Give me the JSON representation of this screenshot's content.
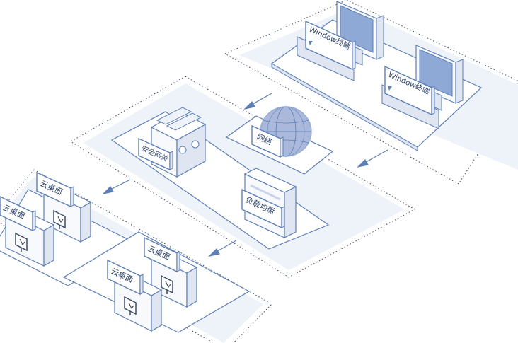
{
  "terminals": [
    {
      "label": "Window终端"
    },
    {
      "label": "Window终端"
    }
  ],
  "network": {
    "gateway_label": "安全网关",
    "network_label": "网络",
    "balancer_label": "负载均衡"
  },
  "desktops": [
    {
      "label": "云桌面"
    },
    {
      "label": "云桌面"
    },
    {
      "label": "云桌面"
    },
    {
      "label": "云桌面"
    }
  ],
  "colors": {
    "line": "#5d7fb6",
    "plate": "#eef2f9",
    "panel": "#ffffff",
    "device_face": "#f7f9fd",
    "device_side": "#dfe6f2",
    "screen": "#8fa9d6",
    "globe": "#aab9db"
  }
}
